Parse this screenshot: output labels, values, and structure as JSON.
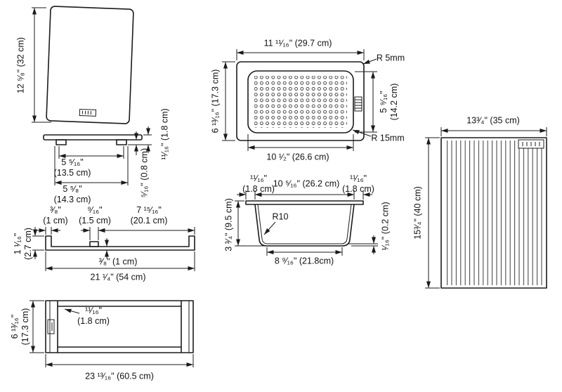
{
  "colors": {
    "line": "#1b1b1b",
    "background": "#ffffff"
  },
  "views": {
    "board_top": {
      "height": "12 ⁵⁄₈\" (32 cm)"
    },
    "board_side": {
      "overall_height": "¹¹⁄₁₆\" (1.8 cm)",
      "feet_span_inner": "5 ⁵⁄₁₆\"\n(13.5 cm)",
      "foot_height": "⁵⁄₁₆\" (0.8 cm)",
      "feet_span_outer": "5 ⁵⁄₈\"\n(14.3 cm)"
    },
    "rail_profile": {
      "left_lip": "³⁄₈\"\n(1 cm)",
      "step": "⁹⁄₁₆\"\n(1.5 cm)",
      "right_span": "7 ¹⁵⁄₁₆\"\n(20.1 cm)",
      "height": "1 ¹⁄₁₆\"\n(2.7 cm)",
      "thickness": "³⁄₈\" (1 cm)",
      "overall_width": "21 ¹⁄₄\" (54 cm)"
    },
    "frame_top": {
      "height": "6 ¹³⁄₁₆\"\n(17.3 cm)",
      "rail_width": "¹¹⁄₁₆\"\n(1.8 cm)",
      "overall_width": "23 ¹³⁄₁₆\" (60.5 cm)"
    },
    "colander_top": {
      "outer_width": "11 ¹¹⁄₁₆\" (29.7 cm)",
      "corner_radius_outer": "R 5mm",
      "outer_height": "6 ¹³⁄₁₆\" (17.3 cm)",
      "inner_height": "5 ⁹⁄₁₆\"\n(14.2 cm)",
      "corner_radius_inner": "R 15mm",
      "inner_width": "10 ¹⁄₂\" (26.6 cm)"
    },
    "colander_side": {
      "rim_left": "¹¹⁄₁₆\"\n(1.8 cm)",
      "top_inner_width": "10 ⁵⁄₁₆\" (26.2 cm)",
      "rim_right": "¹¹⁄₁₆\"\n(1.8 cm)",
      "depth": "3 ³⁄₄\" (9.5 cm)",
      "bottom_radius": "R10",
      "bottom_thickness": "¹⁄₁₆\" (0.2 cm)",
      "bottom_width": "8 ⁹⁄₁₆\" (21.8cm)"
    },
    "roller_mat": {
      "width": "13³⁄₄\" (35 cm)",
      "height": "15³⁄₄\" (40 cm)"
    }
  }
}
